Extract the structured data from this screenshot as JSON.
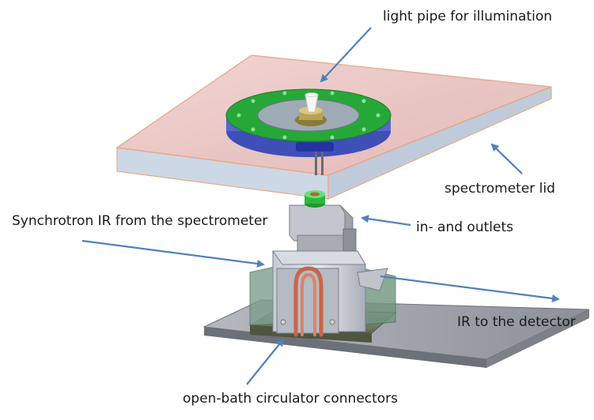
{
  "labels": {
    "light_pipe": "light pipe for illumination",
    "spectrometer_lid": "spectrometer lid",
    "synchrotron_ir": "Synchrotron IR from the spectrometer",
    "in_outlets": "in- and outlets",
    "ir_detector": "IR to the detector",
    "circulator": "open-bath circulator connectors"
  },
  "colors": {
    "arrow": "#4f81bd",
    "lid_top": "#ecc8c6",
    "lid_side": "#c9d6e6",
    "lid_edge": "#e8a887",
    "flange_ring": "#27a83a",
    "flange_base": "#5566cc",
    "base_plate": "#8d9098",
    "copper_tube": "#c8654a"
  },
  "icons": {
    "arrow": "arrow-icon"
  }
}
